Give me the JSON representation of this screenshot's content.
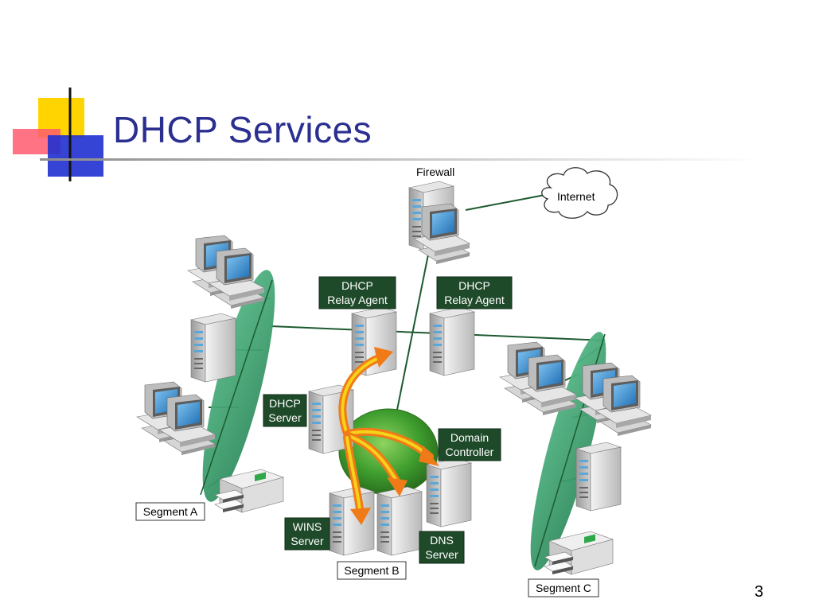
{
  "slide": {
    "title": "DHCP Services",
    "page_number": "3"
  },
  "diagram": {
    "labels": {
      "firewall": "Firewall",
      "internet": "Internet",
      "relay_agent_left": [
        "DHCP",
        "Relay Agent"
      ],
      "relay_agent_right": [
        "DHCP",
        "Relay Agent"
      ],
      "dhcp_server": [
        "DHCP",
        "Server"
      ],
      "domain_controller": [
        "Domain",
        "Controller"
      ],
      "wins_server": [
        "WINS",
        "Server"
      ],
      "dns_server": [
        "DNS",
        "Server"
      ],
      "segment_a": "Segment A",
      "segment_b": "Segment B",
      "segment_c": "Segment C"
    },
    "colors": {
      "title": "#2b2f8f",
      "label_box": "#1f4a2a",
      "segment_green": "#3a9d6c",
      "link_line": "#1d5a2f",
      "arrow_orange": "#f07a18",
      "arrow_yellow": "#f7d21a"
    }
  }
}
